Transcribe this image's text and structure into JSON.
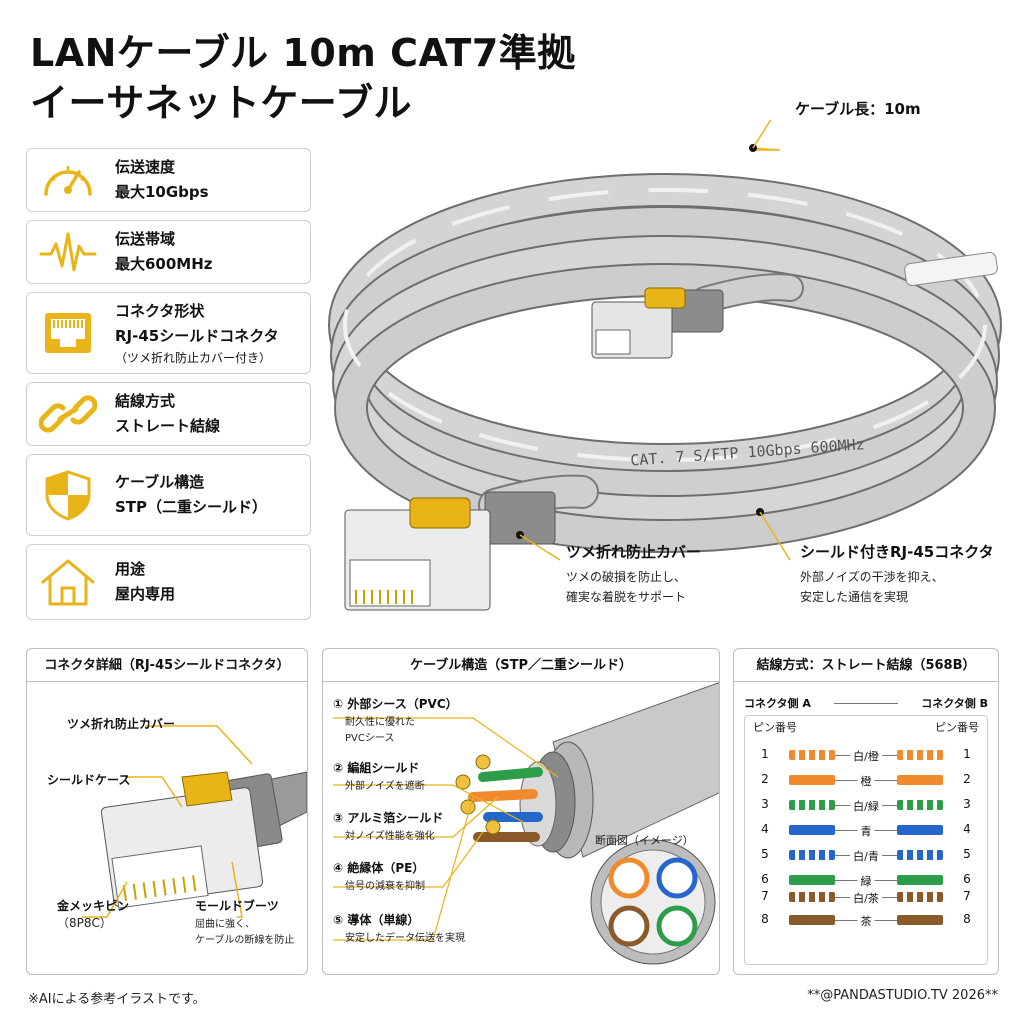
{
  "title": {
    "line1": "LANケーブル 10m CAT7準拠",
    "line2": "イーサネットケーブル"
  },
  "specs": [
    {
      "icon": "speedometer-icon",
      "label": "伝送速度",
      "value": "最大10Gbps",
      "note": ""
    },
    {
      "icon": "waveform-icon",
      "label": "伝送帯域",
      "value": "最大600MHz",
      "note": ""
    },
    {
      "icon": "rj45-port-icon",
      "label": "コネクタ形状",
      "value": "RJ-45シールドコネクタ",
      "note": "（ツメ折れ防止カバー付き）"
    },
    {
      "icon": "link-icon",
      "label": "結線方式",
      "value": "ストレート結線",
      "note": ""
    },
    {
      "icon": "shield-icon",
      "label": "ケーブル構造",
      "value": "STP（二重シールド）",
      "note": ""
    },
    {
      "icon": "house-icon",
      "label": "用途",
      "value": "屋内専用",
      "note": ""
    }
  ],
  "hero": {
    "cable_length": "ケーブル長：10m",
    "cable_print": "CAT. 7   S/FTP   10Gbps   600MHz",
    "boot_title": "ツメ折れ防止カバー",
    "boot_desc1": "ツメの破損を防止し、",
    "boot_desc2": "確実な着脱をサポート",
    "conn_title": "シールド付きRJ-45コネクタ",
    "conn_desc1": "外部ノイズの干渉を抑え、",
    "conn_desc2": "安定した通信を実現"
  },
  "panel_connector": {
    "heading": "コネクタ詳細（RJ-45シールドコネクタ）",
    "cover": "ツメ折れ防止カバー",
    "shield_case": "シールドケース",
    "pins": "金メッキピン",
    "pins_note": "（8P8C）",
    "boot": "モールドブーツ",
    "boot_note1": "屈曲に強く、",
    "boot_note2": "ケーブルの断線を防止"
  },
  "panel_structure": {
    "heading": "ケーブル構造（STP／二重シールド）",
    "layers": [
      {
        "title": "① 外部シース（PVC）",
        "desc1": "耐久性に優れた",
        "desc2": "PVCシース"
      },
      {
        "title": "② 編組シールド",
        "desc1": "外部ノイズを遮断",
        "desc2": ""
      },
      {
        "title": "③ アルミ箔シールド",
        "desc1": "対ノイズ性能を強化",
        "desc2": ""
      },
      {
        "title": "④ 絶縁体（PE）",
        "desc1": "信号の減衰を抑制",
        "desc2": ""
      },
      {
        "title": "⑤ 導体（単線）",
        "desc1": "安定したデータ伝送を実現",
        "desc2": ""
      }
    ],
    "cross_section": "断面図（イメージ）"
  },
  "panel_wiring": {
    "heading": "結線方式：ストレート結線（568B）",
    "side_a": "コネクタ側 A",
    "side_b": "コネクタ側 B",
    "pin_label_a": "ピン番号",
    "pin_label_b": "ピン番号",
    "wires": [
      {
        "pin": "1",
        "name": "白/橙",
        "color": "#f08a2c",
        "striped": true
      },
      {
        "pin": "2",
        "name": "橙",
        "color": "#f08a2c",
        "striped": false
      },
      {
        "pin": "3",
        "name": "白/緑",
        "color": "#2e9d4a",
        "striped": true
      },
      {
        "pin": "4",
        "name": "青",
        "color": "#2466c9",
        "striped": false
      },
      {
        "pin": "5",
        "name": "白/青",
        "color": "#2466c9",
        "striped": true
      },
      {
        "pin": "6",
        "name": "緑",
        "color": "#2e9d4a",
        "striped": false
      },
      {
        "pin": "7",
        "name": "白/茶",
        "color": "#8a5a2b",
        "striped": true
      },
      {
        "pin": "8",
        "name": "茶",
        "color": "#8a5a2b",
        "striped": false
      }
    ]
  },
  "footer": {
    "left": "※AIによる参考イラストです。",
    "right": "**@PANDASTUDIO.TV 2026**"
  },
  "colors": {
    "accent": "#e8b418",
    "cable": "#c9c9c9",
    "cable_dark": "#8f8f8f"
  }
}
